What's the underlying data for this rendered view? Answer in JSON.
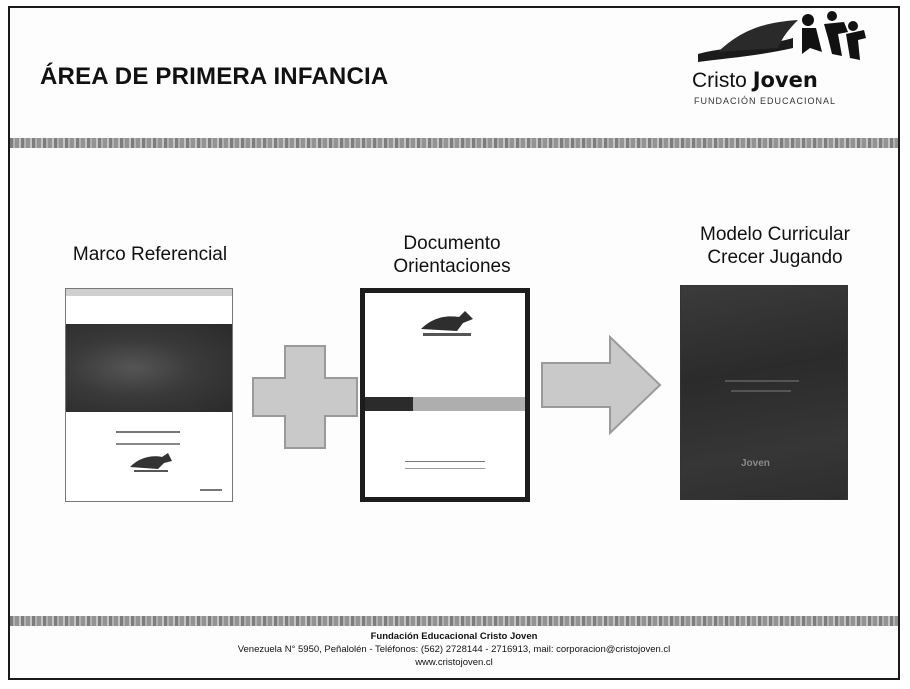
{
  "header": {
    "title": "ÁREA DE PRIMERA INFANCIA",
    "logo_word_light": "Cristo ",
    "logo_word_bold": "Joven",
    "logo_subtitle": "FUNDACIÓN EDUCACIONAL"
  },
  "items": [
    {
      "label": "Marco Referencial"
    },
    {
      "label_line1": "Documento",
      "label_line2": "Orientaciones"
    },
    {
      "label_line1": "Modelo Curricular",
      "label_line2": "Crecer Jugando"
    }
  ],
  "footer": {
    "line1": "Fundación Educacional Cristo Joven",
    "line2": "Venezuela N° 5950, Peñalolén - Teléfonos: (562) 2728144 - 2716913, mail: corporacion@cristojoven.cl",
    "line3": "www.cristojoven.cl"
  },
  "colors": {
    "rule": "#8a8a8a",
    "shape_fill": "#c9c9c9",
    "dark_cover": "#2f2f2f"
  }
}
